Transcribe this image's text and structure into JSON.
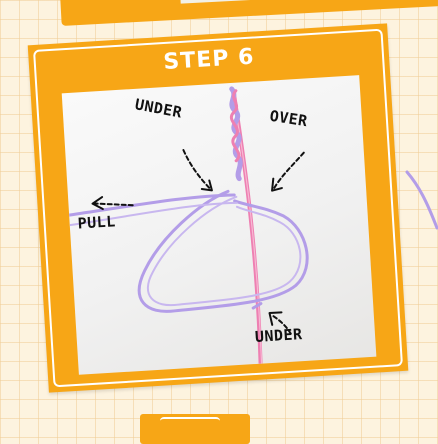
{
  "step_card": {
    "title": "STEP 6",
    "accent_color": "#f7a616",
    "cord_colors": {
      "lilac": "#b39de8",
      "pink": "#ee80b2"
    },
    "labels": {
      "under_top": "UNDER",
      "over": "OVER",
      "pull": "PULL",
      "under_bottom": "UNDER"
    }
  },
  "background": {
    "color": "#fdf3df",
    "pattern": "grid"
  }
}
